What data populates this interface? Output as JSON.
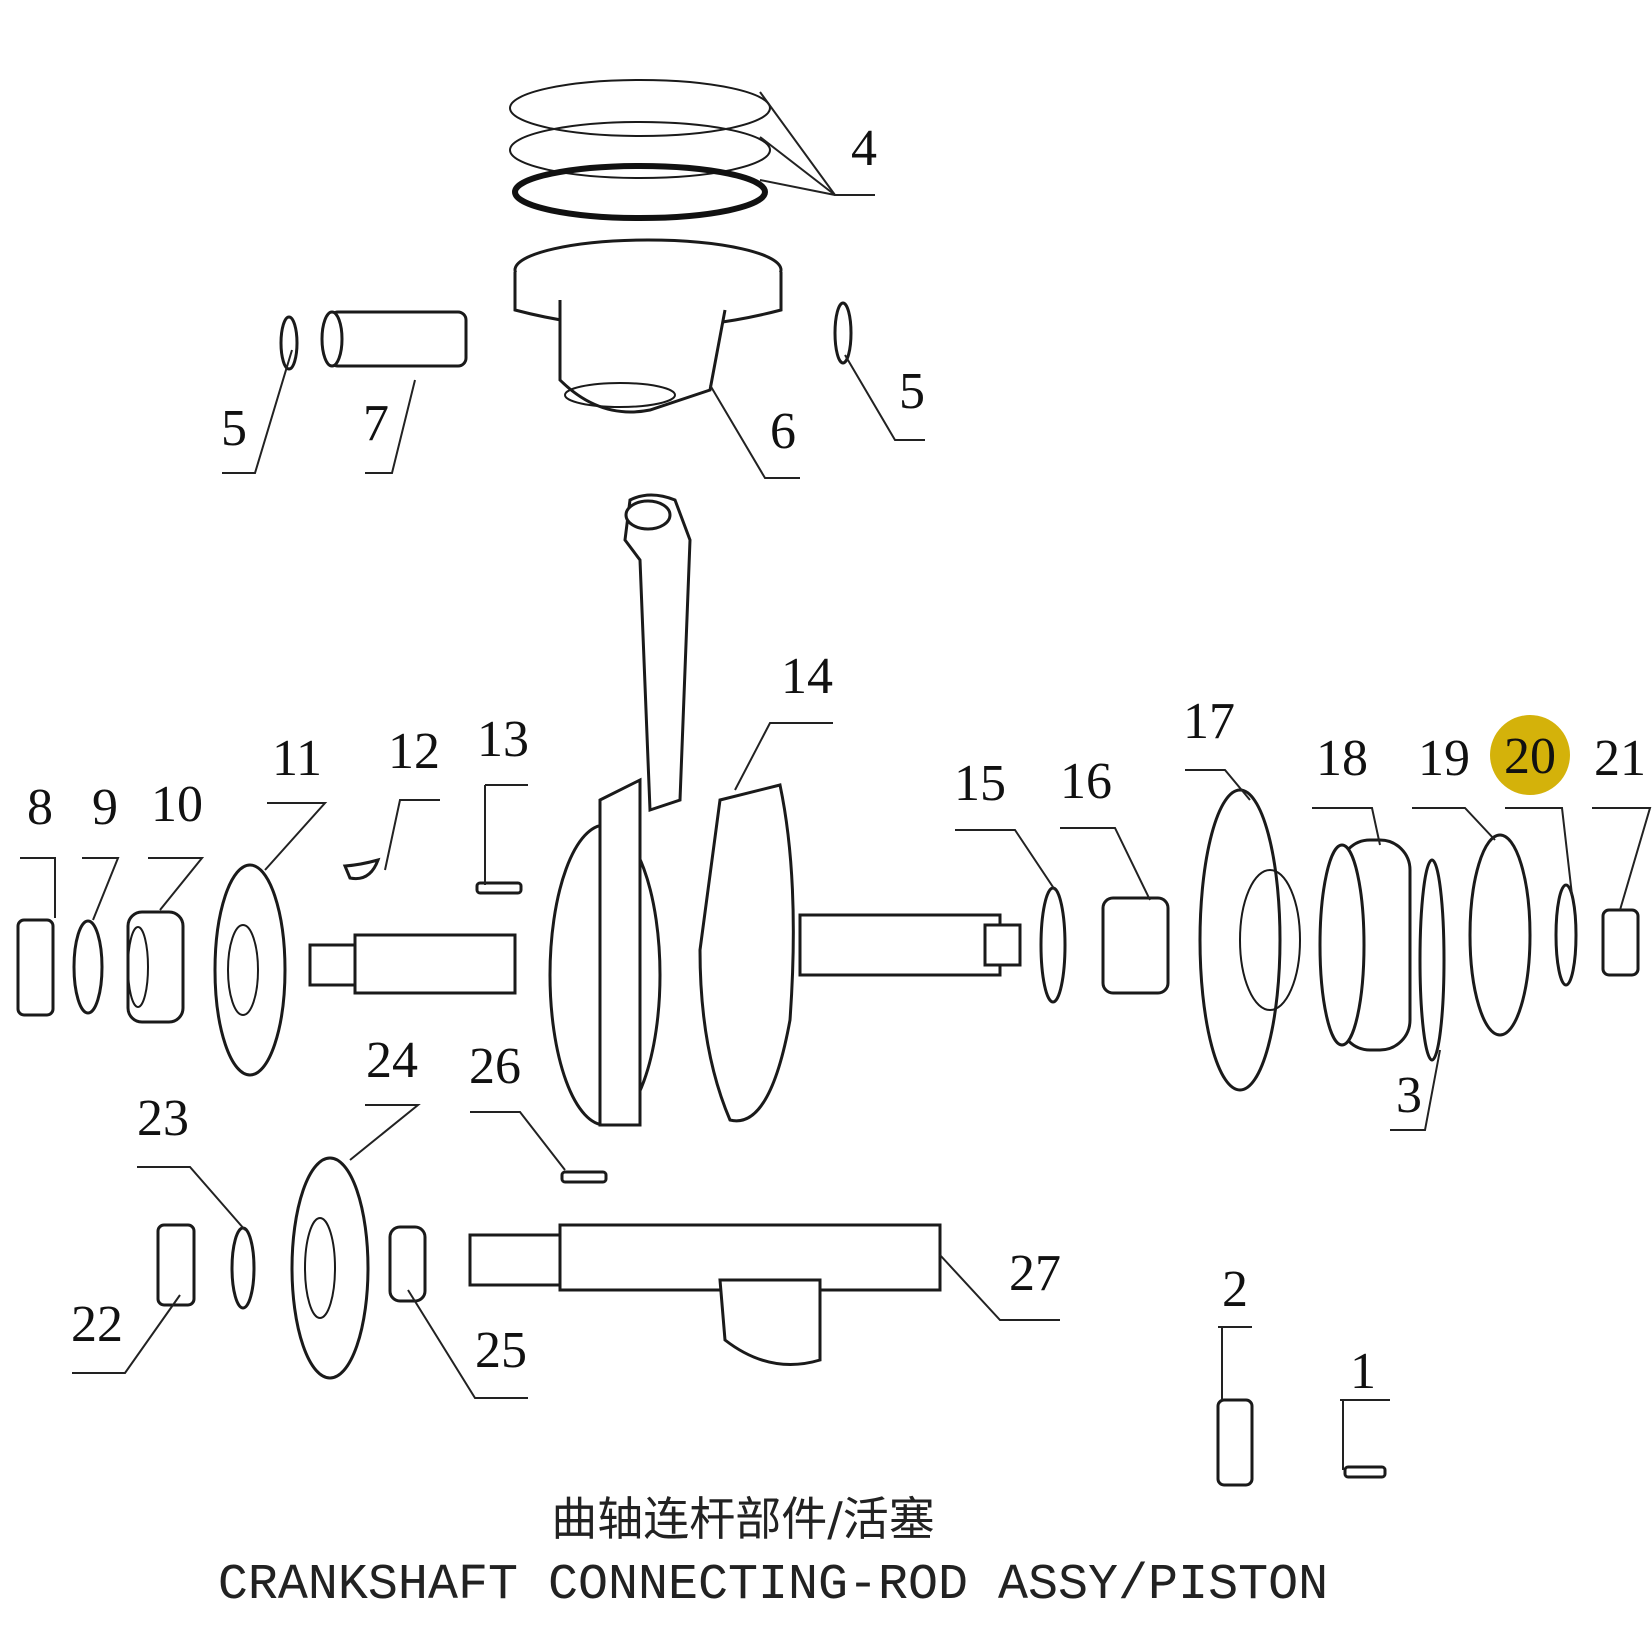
{
  "title": {
    "chinese": "曲轴连杆部件/活塞",
    "english": "CRANKSHAFT CONNECTING-ROD ASSY/PISTON"
  },
  "labels": {
    "p1": "1",
    "p2": "2",
    "p3": "3",
    "p4": "4",
    "p5a": "5",
    "p5b": "5",
    "p6": "6",
    "p7": "7",
    "p8": "8",
    "p9": "9",
    "p10": "10",
    "p11": "11",
    "p12": "12",
    "p13": "13",
    "p14": "14",
    "p15": "15",
    "p16": "16",
    "p17": "17",
    "p18": "18",
    "p19": "19",
    "p20": "20",
    "p21": "21",
    "p22": "22",
    "p23": "23",
    "p24": "24",
    "p25": "25",
    "p26": "26",
    "p27": "27"
  },
  "highlighted_part": "20",
  "highlight_color": "#d4b20a"
}
